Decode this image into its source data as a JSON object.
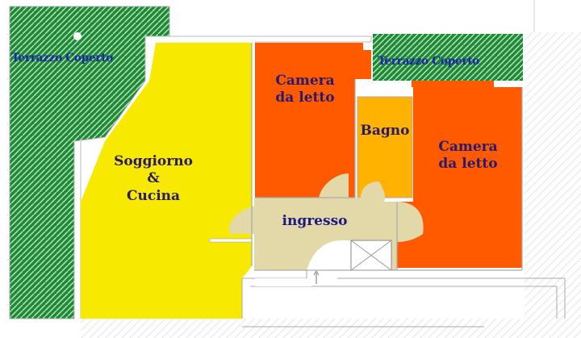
{
  "rooms": {
    "terrace_left": "Terrazzo Coperto",
    "terrace_right": "Terrazzo Coperto",
    "bedroom_1": {
      "line1": "Camera",
      "line2": "da letto"
    },
    "bathroom": "Bagno",
    "bedroom_2": {
      "line1": "Camera",
      "line2": "da letto"
    },
    "living": {
      "line1": "Soggiorno",
      "line2": "&",
      "line3": "Cucina"
    },
    "entrance": "ingresso"
  },
  "colors": {
    "terrace": "#1f8a36",
    "living": "#f7ea00",
    "bedroom": "#ff5a00",
    "bathroom": "#ffb300",
    "entrance": "#e3d8a8",
    "wall": "#ffffff"
  }
}
